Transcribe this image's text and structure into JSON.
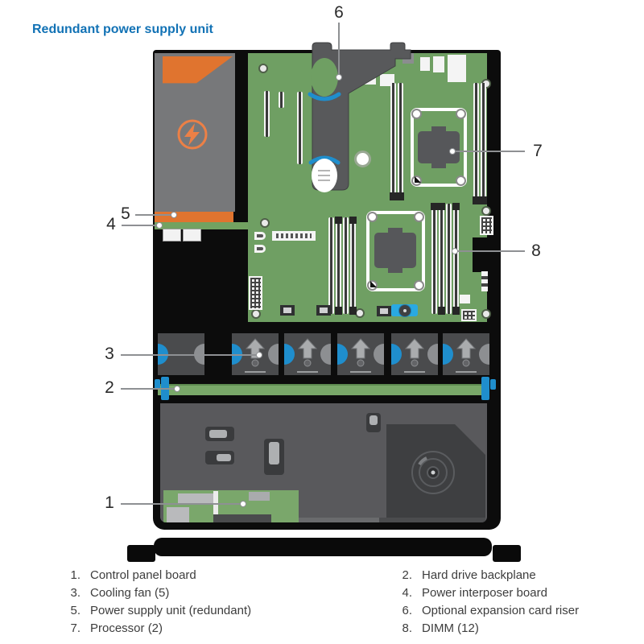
{
  "title": "Redundant power supply unit",
  "colors": {
    "title_blue": "#1272b5",
    "board_green": "#6f9f63",
    "psu_orange": "#e0742f",
    "accent_blue": "#1f8ecd",
    "backplane_green": "#79a869",
    "chassis_black": "#0c0c0c"
  },
  "icons": {
    "psu_badge": "lightning-bolt-icon",
    "fan_direction": "airflow-arrow-icon",
    "drive_label": "disc-icon"
  },
  "callouts": [
    {
      "num": "1"
    },
    {
      "num": "2"
    },
    {
      "num": "3"
    },
    {
      "num": "4"
    },
    {
      "num": "5"
    },
    {
      "num": "6"
    },
    {
      "num": "7"
    },
    {
      "num": "8"
    }
  ],
  "legend": {
    "left": [
      {
        "num": "1.",
        "label": "Control panel board"
      },
      {
        "num": "3.",
        "label": "Cooling fan (5)"
      },
      {
        "num": "5.",
        "label": "Power supply unit (redundant)"
      },
      {
        "num": "7.",
        "label": "Processor (2)"
      }
    ],
    "right": [
      {
        "num": "2.",
        "label": "Hard drive backplane"
      },
      {
        "num": "4.",
        "label": "Power interposer board"
      },
      {
        "num": "6.",
        "label": "Optional expansion card riser"
      },
      {
        "num": "8.",
        "label": "DIMM (12)"
      }
    ]
  }
}
